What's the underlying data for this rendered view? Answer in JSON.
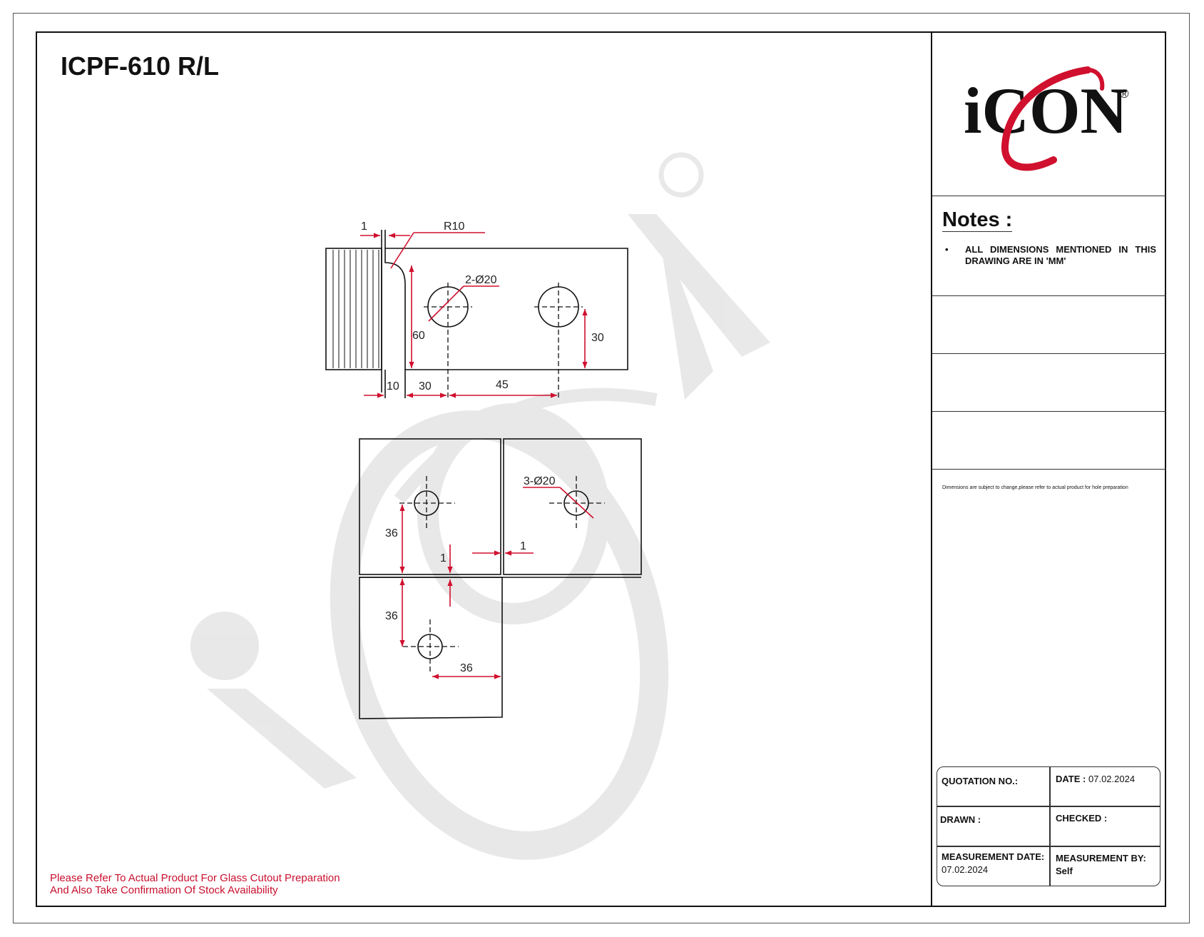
{
  "drawing": {
    "title": "ICPF-610 R/L",
    "dimensions": {
      "top_view": {
        "leaf_thickness": "1",
        "radius": "R10",
        "hole_callout": "2-Ø20",
        "height": "60",
        "hole_center_height": "30",
        "offset_10": "10",
        "offset_30": "30",
        "pitch_45": "45"
      },
      "glass_view": {
        "hole_callout": "3-Ø20",
        "top_vertical": "36",
        "gap_vertical": "1",
        "gap_horizontal": "1",
        "bottom_vertical": "36",
        "bottom_horizontal": "36"
      }
    },
    "footnote": [
      "Please Refer To Actual Product For Glass Cutout Preparation",
      "And Also Take Confirmation Of Stock Availability"
    ]
  },
  "brand": {
    "name": "iCON",
    "registered_mark": "®",
    "accent_color": "#d0102e"
  },
  "notes": {
    "title": "Notes :",
    "items": [
      "ALL DIMENSIONS MENTIONED IN THIS DRAWING ARE IN 'MM'"
    ]
  },
  "disclaimer": "Dimensions are subject to change,please refer to actual product for hole preparation",
  "title_block": {
    "quotation_label": "QUOTATION NO.:",
    "quotation_value": "",
    "date_label": "DATE :",
    "date_value": "07.02.2024",
    "drawn_label": "DRAWN :",
    "drawn_value": "",
    "checked_label": "CHECKED :",
    "checked_value": "",
    "measurement_date_label": "MEASUREMENT DATE:",
    "measurement_date_value": "07.02.2024",
    "measurement_by_label": "MEASUREMENT BY:",
    "measurement_by_value": "Self"
  }
}
